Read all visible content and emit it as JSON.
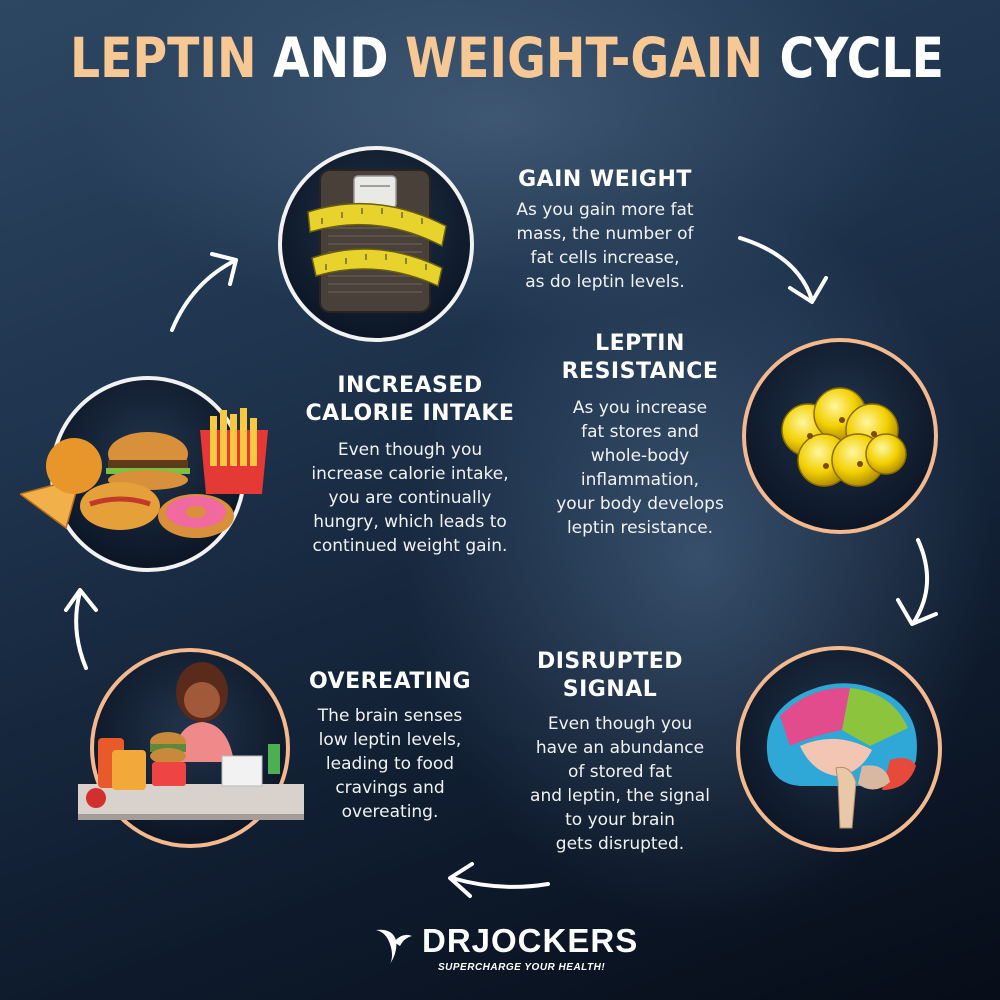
{
  "title": {
    "part1": "LEPTIN",
    "part2": "AND",
    "part3": "WEIGHT-GAIN",
    "part4": "CYCLE"
  },
  "steps": {
    "gain_weight": {
      "heading": "GAIN WEIGHT",
      "lines": [
        "As you gain more fat",
        "mass, the number of",
        "fat cells increase,",
        "as do leptin levels."
      ]
    },
    "leptin_resistance": {
      "heading_lines": [
        "LEPTIN",
        "RESISTANCE"
      ],
      "lines": [
        "As you increase",
        "fat stores and",
        "whole-body",
        "inflammation,",
        "your body develops",
        "leptin resistance."
      ]
    },
    "disrupted_signal": {
      "heading_lines": [
        "DISRUPTED",
        "SIGNAL"
      ],
      "lines": [
        "Even though you",
        "have an abundance",
        "of stored fat",
        "and leptin, the signal",
        "to your brain",
        "gets disrupted."
      ]
    },
    "overeating": {
      "heading": "OVEREATING",
      "lines": [
        "The brain senses",
        "low leptin levels,",
        "leading to food",
        "cravings and",
        "overeating."
      ]
    },
    "increased_calorie_intake": {
      "heading_lines": [
        "INCREASED",
        "CALORIE INTAKE"
      ],
      "lines": [
        "Even though you",
        "increase calorie intake,",
        "you are continually",
        "hungry, which leads to",
        "continued weight gain."
      ]
    }
  },
  "logo": {
    "name": "DRJOCKERS",
    "tagline": "SUPERCHARGE YOUR HEALTH!"
  },
  "colors": {
    "accent_peach": "#f7c894",
    "circle_peach_border": "#f4b98e",
    "background_dark": "#0e1a2c"
  },
  "icons": [
    "scale-icon",
    "fat-cells-icon",
    "brain-icon",
    "overeating-woman-icon",
    "junk-food-icon",
    "cycle-arrow-icon",
    "drjockers-logo-icon"
  ]
}
